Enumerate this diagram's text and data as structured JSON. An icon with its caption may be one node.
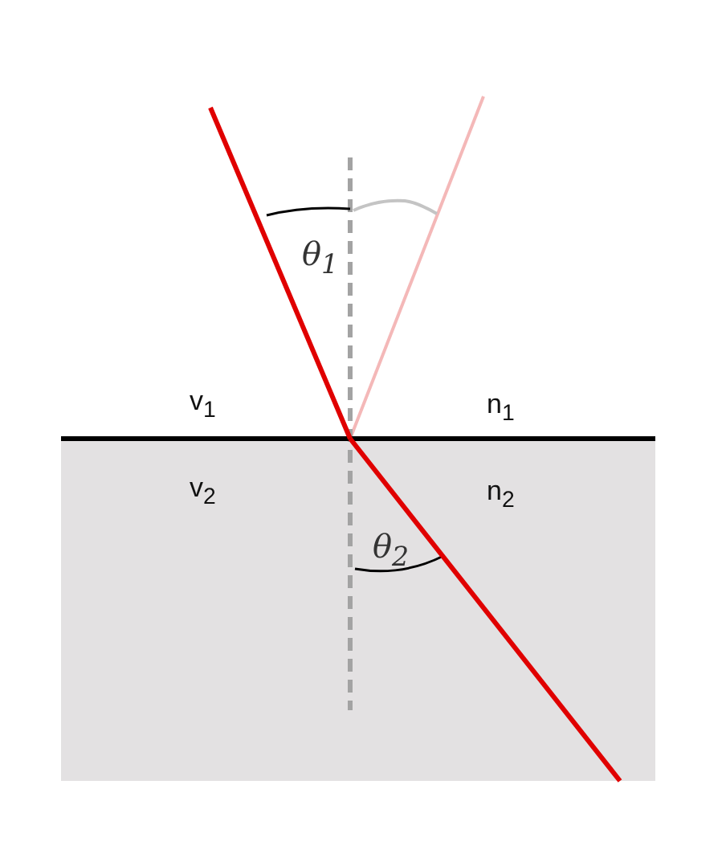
{
  "diagram": {
    "labels": [
      "θ$_{1}$",
      "v$_{1}$",
      "n$_{1}$",
      "v$_{2}$",
      "n$_{2}$",
      "θ$_{2}$"
    ]
  }
}
